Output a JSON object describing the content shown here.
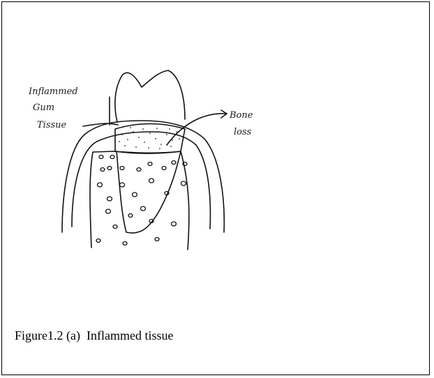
{
  "figure": {
    "labels": {
      "inflamed_line1": "Inflammed",
      "inflamed_line2": "Gum",
      "inflamed_line3": "Tissue",
      "bone_line1": "Bone",
      "bone_line2": "loss"
    },
    "caption": "Figure1.2 (a)  Inflammed tissue"
  }
}
